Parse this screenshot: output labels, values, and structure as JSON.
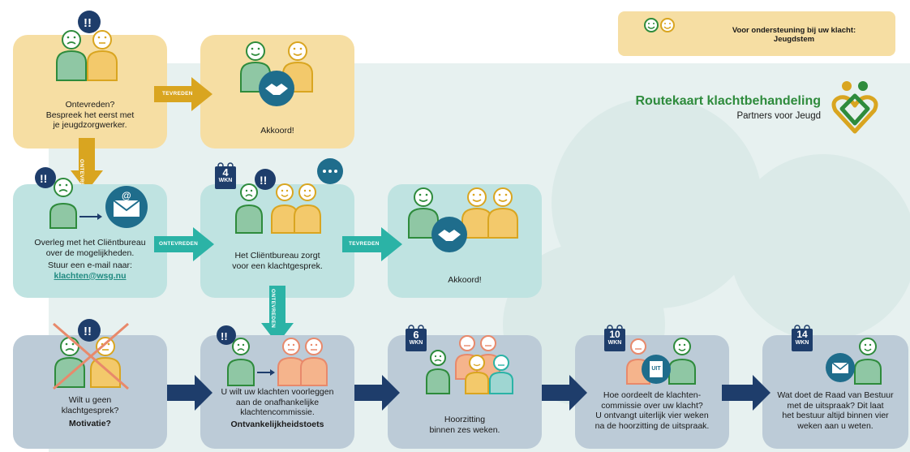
{
  "colors": {
    "yellow_box": "#f6dea3",
    "teal_box": "#bfe3e1",
    "blue_box": "#bccbd7",
    "green_accent": "#2e8b3c",
    "gold_arrow": "#d9a520",
    "teal_arrow": "#2bb3a6",
    "navy_arrow": "#1e3d6b"
  },
  "legend": {
    "line1": "Voor ondersteuning bij uw klacht:",
    "line2": "Jeugdstem"
  },
  "header": {
    "title": "Routekaart klachtbehandeling",
    "subtitle": "Partners voor Jeugd",
    "logo_icon": "heart-logo-icon"
  },
  "arrows": {
    "tevreden": "TEVREDEN",
    "ontevreden": "ONTEVREDEN"
  },
  "boxes": {
    "start": {
      "line1": "Ontevreden?",
      "line2": "Bespreek het eerst met",
      "line3": "je jeugdzorgwerker."
    },
    "agree1": {
      "text": "Akkoord!"
    },
    "bureau": {
      "line1": "Overleg met het Cliëntbureau",
      "line2": "over de mogelijkheden.",
      "line3": "Stuur een e-mail naar:",
      "email": "klachten@wsg.nu"
    },
    "gesprek": {
      "line1": "Het Cliëntbureau zorgt",
      "line2": "voor een klachtgesprek.",
      "weeks_num": "4",
      "weeks_unit": "WKN"
    },
    "agree2": {
      "text": "Akkoord!"
    },
    "geen": {
      "line1": "Wilt u geen",
      "line2": "klachtgesprek?",
      "bold": "Motivatie?"
    },
    "commissie": {
      "line1": "U wilt uw klachten voorleggen",
      "line2": "aan de onafhankelijke",
      "line3": "klachtencommissie.",
      "bold": "Ontvankelijkheidstoets"
    },
    "hoor": {
      "line1": "Hoorzitting",
      "line2": "binnen zes weken.",
      "weeks_num": "6",
      "weeks_unit": "WKN"
    },
    "oordeel": {
      "line1": "Hoe oordeelt de klachten-",
      "line2": "commissie over uw klacht?",
      "line3": "U ontvangt uiterlijk vier weken",
      "line4": "na de hoorzitting de uitspraak.",
      "weeks_num": "10",
      "weeks_unit": "WKN",
      "doc_label": "UIT"
    },
    "raad": {
      "line1": "Wat doet de Raad van Bestuur",
      "line2": "met de uitspraak? Dit laat",
      "line3": "het bestuur altijd binnen vier",
      "line4": "weken aan u weten.",
      "weeks_num": "14",
      "weeks_unit": "WKN"
    }
  }
}
